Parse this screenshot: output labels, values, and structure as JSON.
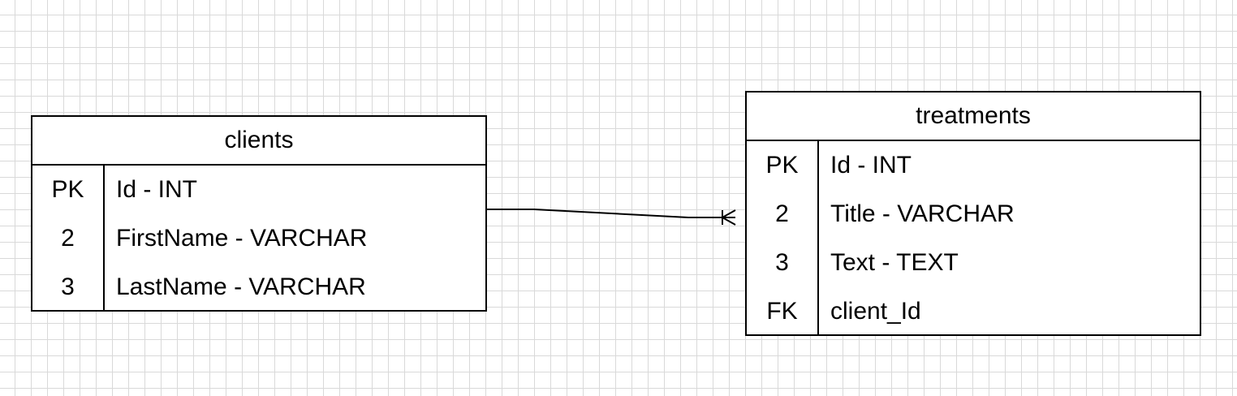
{
  "entities": [
    {
      "name": "clients",
      "rows": [
        {
          "key": "PK",
          "attribute": "Id - INT"
        },
        {
          "key": "2",
          "attribute": "FirstName - VARCHAR"
        },
        {
          "key": "3",
          "attribute": "LastName - VARCHAR"
        }
      ]
    },
    {
      "name": "treatments",
      "rows": [
        {
          "key": "PK",
          "attribute": "Id - INT"
        },
        {
          "key": "2",
          "attribute": "Title - VARCHAR"
        },
        {
          "key": "3",
          "attribute": "Text - TEXT"
        },
        {
          "key": "FK",
          "attribute": "client_Id"
        }
      ]
    }
  ],
  "relationships": [
    {
      "from": "clients",
      "to": "treatments",
      "from_end": "none",
      "to_end": "one-or-many"
    }
  ]
}
